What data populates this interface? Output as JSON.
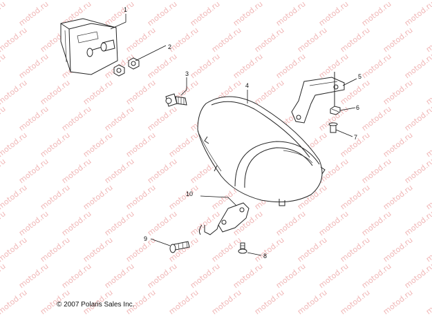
{
  "callouts": {
    "c1": "1",
    "c2": "2",
    "c3": "3",
    "c4": "4",
    "c5": "5",
    "c6": "6",
    "c7": "7",
    "c8": "8",
    "c9": "9",
    "c10": "10"
  },
  "watermark": "motod.ru",
  "copyright": "© 2007 Polaris Sales Inc.",
  "colors": {
    "watermark": "#f0b6b6",
    "line": "#222222",
    "background": "#ffffff"
  }
}
